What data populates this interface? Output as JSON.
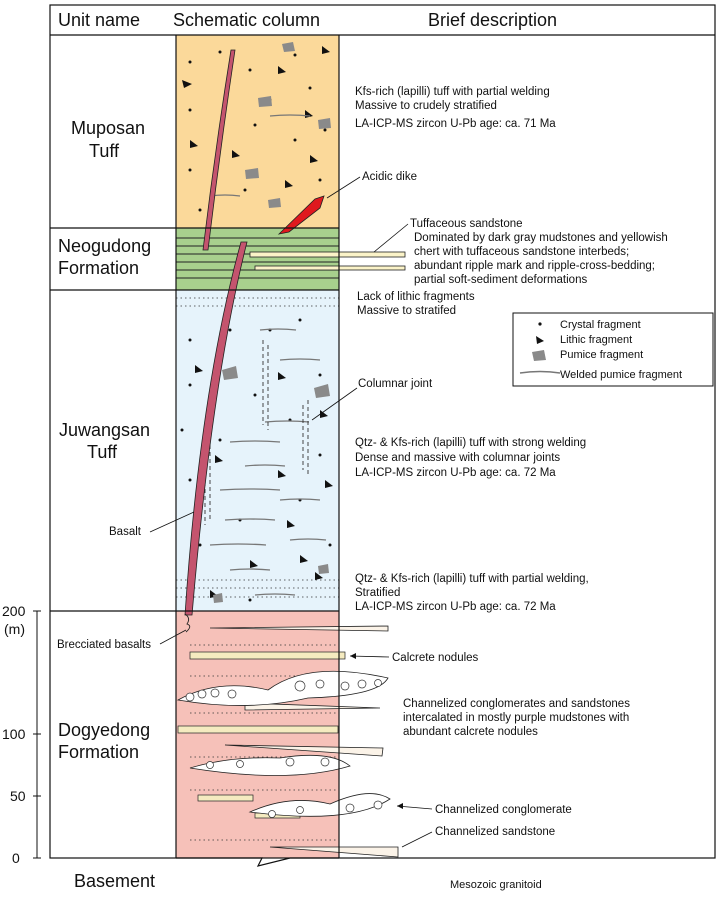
{
  "headers": {
    "unit": "Unit name",
    "column": "Schematic column",
    "description": "Brief description"
  },
  "units": {
    "muposan": [
      "Muposan",
      "Tuff"
    ],
    "neogudong": [
      "Neogudong",
      "Formation"
    ],
    "juwangsan": [
      "Juwangsan",
      "Tuff"
    ],
    "dogyedong": [
      "Dogyedong",
      "Formation"
    ],
    "basement": "Basement"
  },
  "colors": {
    "muposan": "#fbd99a",
    "neogudong": "#a8d08d",
    "juwangsan": "#e6f3fb",
    "dogyedong": "#f6c1b9",
    "basalt": "#c4546e",
    "dike": "#e0181e",
    "pumice": "#8a8a8a"
  },
  "descriptions": {
    "muposan": [
      "Kfs-rich (lapilli) tuff with partial welding",
      "Massive to crudely stratified",
      "LA-ICP-MS zircon U-Pb age: ca. 71 Ma"
    ],
    "acidic_dike": "Acidic dike",
    "tuffaceous_sandstone": "Tuffaceous sandstone",
    "neogudong": [
      "Dominated by dark gray mudstones and yellowish",
      "chert with tuffaceous sandstone interbeds;",
      "abundant ripple mark and ripple-cross-bedding;",
      "partial soft-sediment deformations"
    ],
    "juwangsan_top": [
      "Lack of lithic fragments",
      "Massive to stratifed"
    ],
    "columnar_joint": "Columnar joint",
    "juwangsan_mid": [
      "Qtz- & Kfs-rich (lapilli) tuff with strong welding",
      "Dense and massive with columnar joints",
      "LA-ICP-MS zircon U-Pb age: ca. 72 Ma"
    ],
    "basalt": "Basalt",
    "juwangsan_base": [
      "Qtz- & Kfs-rich (lapilli) tuff with partial welding,",
      "Stratified",
      "LA-ICP-MS zircon U-Pb age: ca. 72 Ma"
    ],
    "brecciated_basalts": "Brecciated basalts",
    "calcrete_nodules": "Calcrete nodules",
    "dogyedong": [
      "Channelized conglomerates and sandstones",
      "intercalated in mostly purple mudstones with",
      "abundant calcrete nodules"
    ],
    "channelized_conglomerate": "Channelized conglomerate",
    "channelized_sandstone": "Channelized sandstone",
    "basement": "Mesozoic granitoid"
  },
  "legend": {
    "items": [
      "Crystal fragment",
      "Lithic fragment",
      "Pumice fragment",
      "Welded pumice fragment"
    ]
  },
  "scale": {
    "ticks": [
      "200",
      "100",
      "50",
      "0"
    ],
    "unit": "(m)"
  }
}
